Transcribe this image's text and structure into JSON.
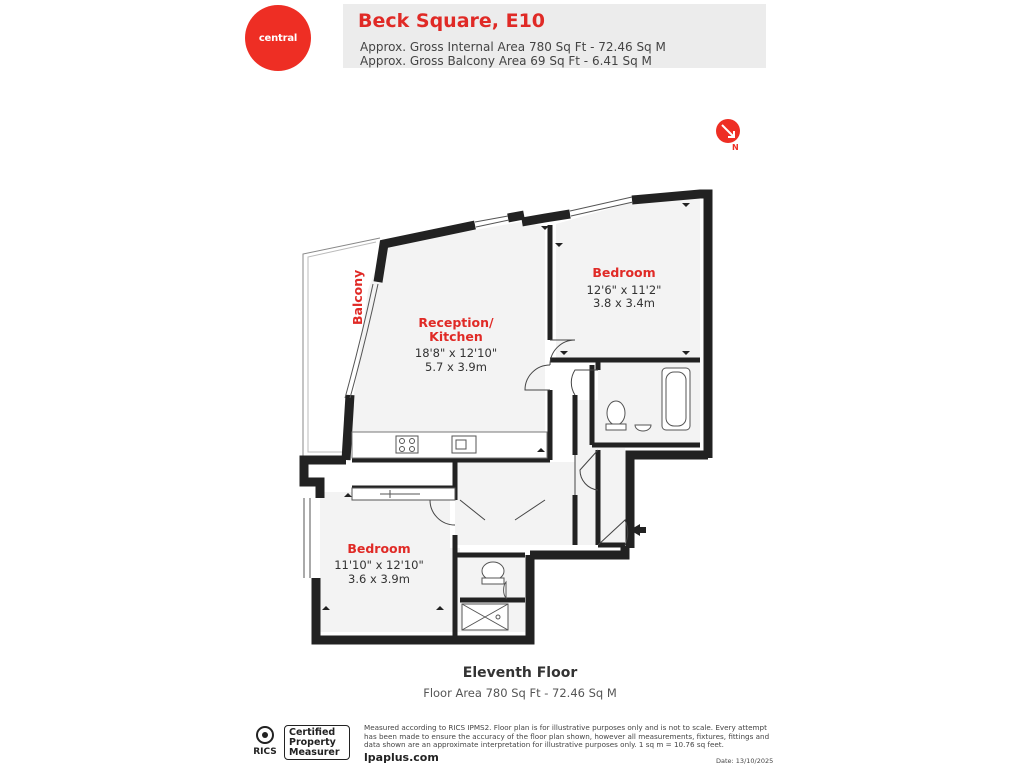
{
  "brand": {
    "logo_text": "central",
    "accent_color": "#e02a26"
  },
  "header": {
    "title": "Beck Square, E10",
    "gross_internal": "Approx. Gross Internal Area 780 Sq Ft - 72.46 Sq M",
    "gross_balcony": "Approx. Gross Balcony Area 69 Sq Ft - 6.41 Sq M"
  },
  "compass": {
    "label": "N"
  },
  "rooms": {
    "balcony": {
      "name": "Balcony"
    },
    "reception": {
      "name_line1": "Reception/",
      "name_line2": "Kitchen",
      "imperial": "18'8\" x 12'10\"",
      "metric": "5.7 x 3.9m"
    },
    "bedroom1": {
      "name": "Bedroom",
      "imperial": "12'6\" x 11'2\"",
      "metric": "3.8 x 3.4m"
    },
    "bedroom2": {
      "name": "Bedroom",
      "imperial": "11'10\" x 12'10\"",
      "metric": "3.6 x 3.9m"
    }
  },
  "footer": {
    "floor_title": "Eleventh Floor",
    "floor_area": "Floor Area 780 Sq Ft - 72.46 Sq M",
    "rics_label": "RICS",
    "cert_line1": "Certified",
    "cert_line2": "Property",
    "cert_line3": "Measurer",
    "disclaimer": "Measured according to RICS IPMS2. Floor plan is for illustrative purposes only and is not to scale. Every attempt has been made to ensure the accuracy of the floor plan shown, however all measurements, fixtures, fittings and data shown are an approximate interpretation for illustrative purposes only. 1 sq m = 10.76 sq feet.",
    "website": "lpaplus.com",
    "date": "Date: 13/10/2025"
  }
}
